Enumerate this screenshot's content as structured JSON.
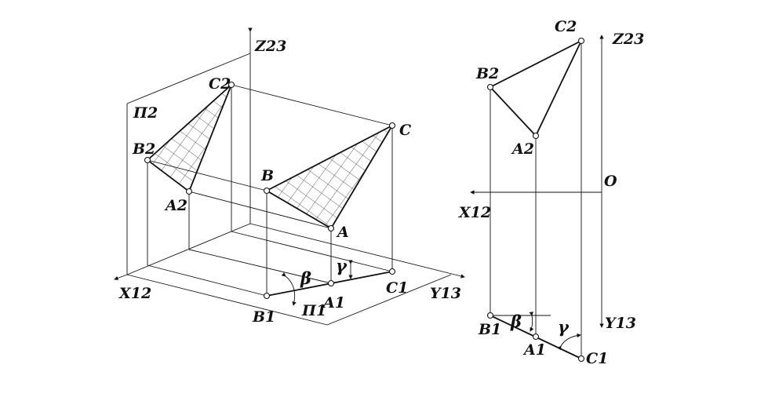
{
  "labels": {
    "pi2": "П2",
    "pi1": "П1",
    "z23": "Z23",
    "x12": "X12",
    "y13": "Y13",
    "o": "O",
    "a": "A",
    "b": "B",
    "c": "C",
    "a1": "A1",
    "b1": "B1",
    "c1": "C1",
    "a2": "A2",
    "b2": "B2",
    "c2": "C2",
    "beta": "β",
    "gamma": "γ"
  }
}
